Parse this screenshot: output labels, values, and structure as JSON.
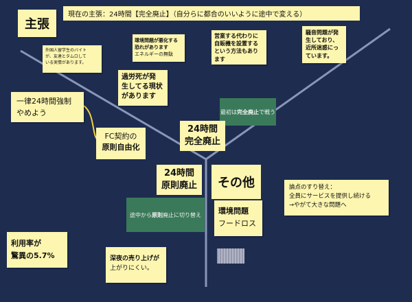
{
  "title_note": "主張",
  "claim_banner": "現在の主張：24時間【完全廃止】（自分らに都合のいいように途中で変える）",
  "notes": {
    "foreign_students": [
      "外国人留学生のバイト",
      "が、友達とタムロして",
      "いる実情があります。"
    ],
    "environment_worse": [
      "環境問題が悪化する",
      "恐れがあります",
      "エネルギーの無駄"
    ],
    "vending": [
      "営業する代わりに",
      "自販機を設置する",
      "という方法もあり",
      "ます"
    ],
    "noise": [
      "騒音問題が発",
      "生しており、",
      "近所迷惑にっ",
      "ています。"
    ],
    "overwork": [
      "過労死が発",
      "生してる現状",
      "があります"
    ],
    "uniform_ban": [
      "一律24時間強制",
      "やめよう"
    ],
    "usage_rate": [
      "利用率が",
      "驚異の5.7%"
    ],
    "late_night": [
      "深夜の売り上げが",
      "上がりにくい。"
    ],
    "other_env": [
      "環境問題",
      "フードロス"
    ],
    "shift": [
      "論点のすり替え：",
      "全員にサービスを提供し続ける",
      "→やがて大きな問題へ"
    ]
  },
  "labels": {
    "fc_line1": "FC契約の",
    "fc_line2": "原則自由化",
    "full_ban_line1": "24時間",
    "full_ban_line2": "完全廃止",
    "principle_ban_line1": "24時間",
    "principle_ban_line2": "原則廃止",
    "other": "その他"
  },
  "green_boxes": {
    "top_pre": "最初は",
    "top_bold": "完全廃止",
    "top_post": "で戦う",
    "bottom_pre": "途中から",
    "bottom_bold": "原則",
    "bottom_post": "廃止に切り替え"
  },
  "colors": {
    "background": "#1e2c50",
    "sticky": "#fdf6b0",
    "green": "#3a7a5a",
    "lines": "#8a96b8",
    "arrow": "#f2d23c"
  }
}
